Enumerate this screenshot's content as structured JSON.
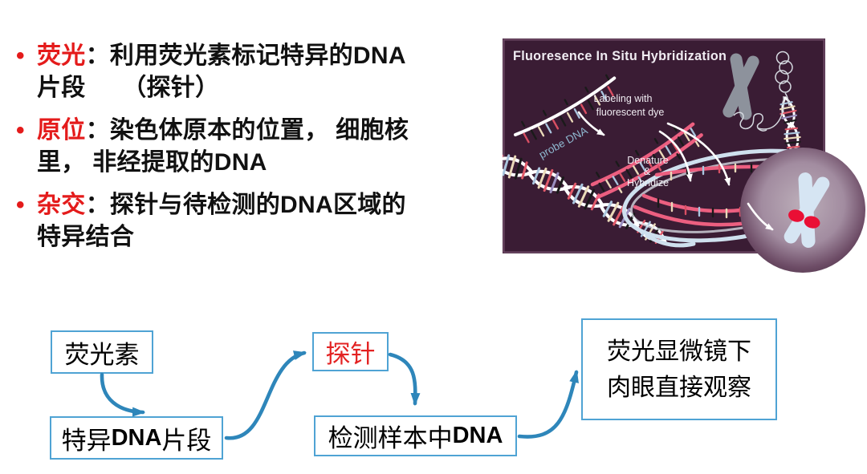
{
  "bullets": {
    "b1": {
      "term": "荧光",
      "colon": "：",
      "t1": "利用荧光素标记特异的",
      "dna1": "DNA",
      "l2": "片段　　（探针）"
    },
    "b2": {
      "term": "原位",
      "colon": "：",
      "t1": "染色体原本的位置， 细胞核",
      "l2a": "里， 非经提取的",
      "dna2": "DNA"
    },
    "b3": {
      "term": "杂交",
      "colon": "：",
      "t1": "探针与待检测的",
      "dna1": "DNA",
      "t2": "区域的",
      "l2": "特异结合"
    }
  },
  "diagram": {
    "title": "Fluoresence In Situ Hybridization",
    "probe_label": "probe DNA",
    "labeling_1": "Labeling with",
    "labeling_2": "fluorescent dye",
    "denature_1": "Denature",
    "denature_2": "&",
    "denature_3": "Hybridize"
  },
  "flowchart": {
    "fluorescein": "荧光素",
    "fragment_pre": "特异",
    "fragment_dna": "DNA",
    "fragment_post": "片段",
    "probe": "探针",
    "sample_pre": "检测样本中",
    "sample_dna": "DNA",
    "microscope_1": "荧光显微镜下",
    "microscope_2": "肉眼直接观察"
  },
  "colors": {
    "highlight_red": "#e41b1b",
    "probe_text_red": "#e32222",
    "arrow_blue": "#2e86ba",
    "box_border_blue": "#4fa3d4",
    "diagram_background": "#3a1c34",
    "probe_pink": "#ec5f80",
    "strand_light_blue": "#cfe0ee",
    "chromosome_gray": "#8d929c",
    "nucleus_chromosome_blue": "#d6e5f3",
    "fluorescent_signal_red": "#ea0f35"
  }
}
